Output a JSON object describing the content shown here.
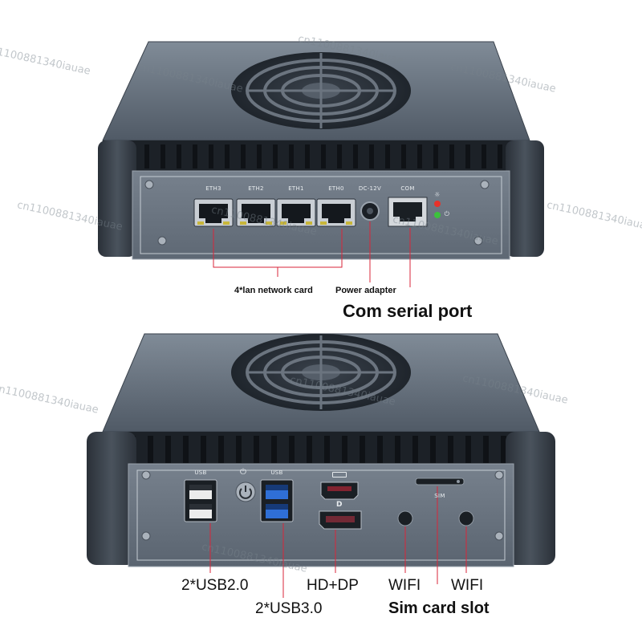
{
  "top_device": {
    "port_labels": [
      "ETH3",
      "ETH2",
      "ETH1",
      "ETH0",
      "DC-12V",
      "COM"
    ],
    "led_symbols": [
      "☼",
      "⏻"
    ],
    "captions": {
      "lan": "4*lan network card",
      "power": "Power adapter",
      "com": "Com serial port"
    }
  },
  "bottom_device": {
    "port_labels": [
      "USB",
      "USB",
      "SIM"
    ],
    "icons": [
      "power-icon",
      "hdmi-icon",
      "displayport-icon"
    ],
    "captions": {
      "usb2": "2*USB2.0",
      "hddp": "HD+DP",
      "wifi_left": "WIFI",
      "wifi_right": "WIFI",
      "usb3": "2*USB3.0",
      "sim": "Sim card slot"
    }
  },
  "watermarks": [
    "cn1100881340iauae",
    "cn1100881340iauae",
    "cn1100881340iauae",
    "cn1100881340iauae",
    "cn1100881340iauae",
    "cn1100881340iauae",
    "cn1100881340iauae",
    "cn1100881340iauae",
    "cn1100881340iauae",
    "cn1100881340iauae",
    "cn1100881340iauae",
    "cn1100881340iauae"
  ],
  "colors": {
    "case_body": "#5a6470",
    "case_dark": "#2c333b",
    "panel": "#6c7682",
    "callout_line": "#d9263a",
    "led_red": "#e8322a",
    "led_green": "#3cc23c",
    "usb3_blue": "#2f6fd6"
  }
}
